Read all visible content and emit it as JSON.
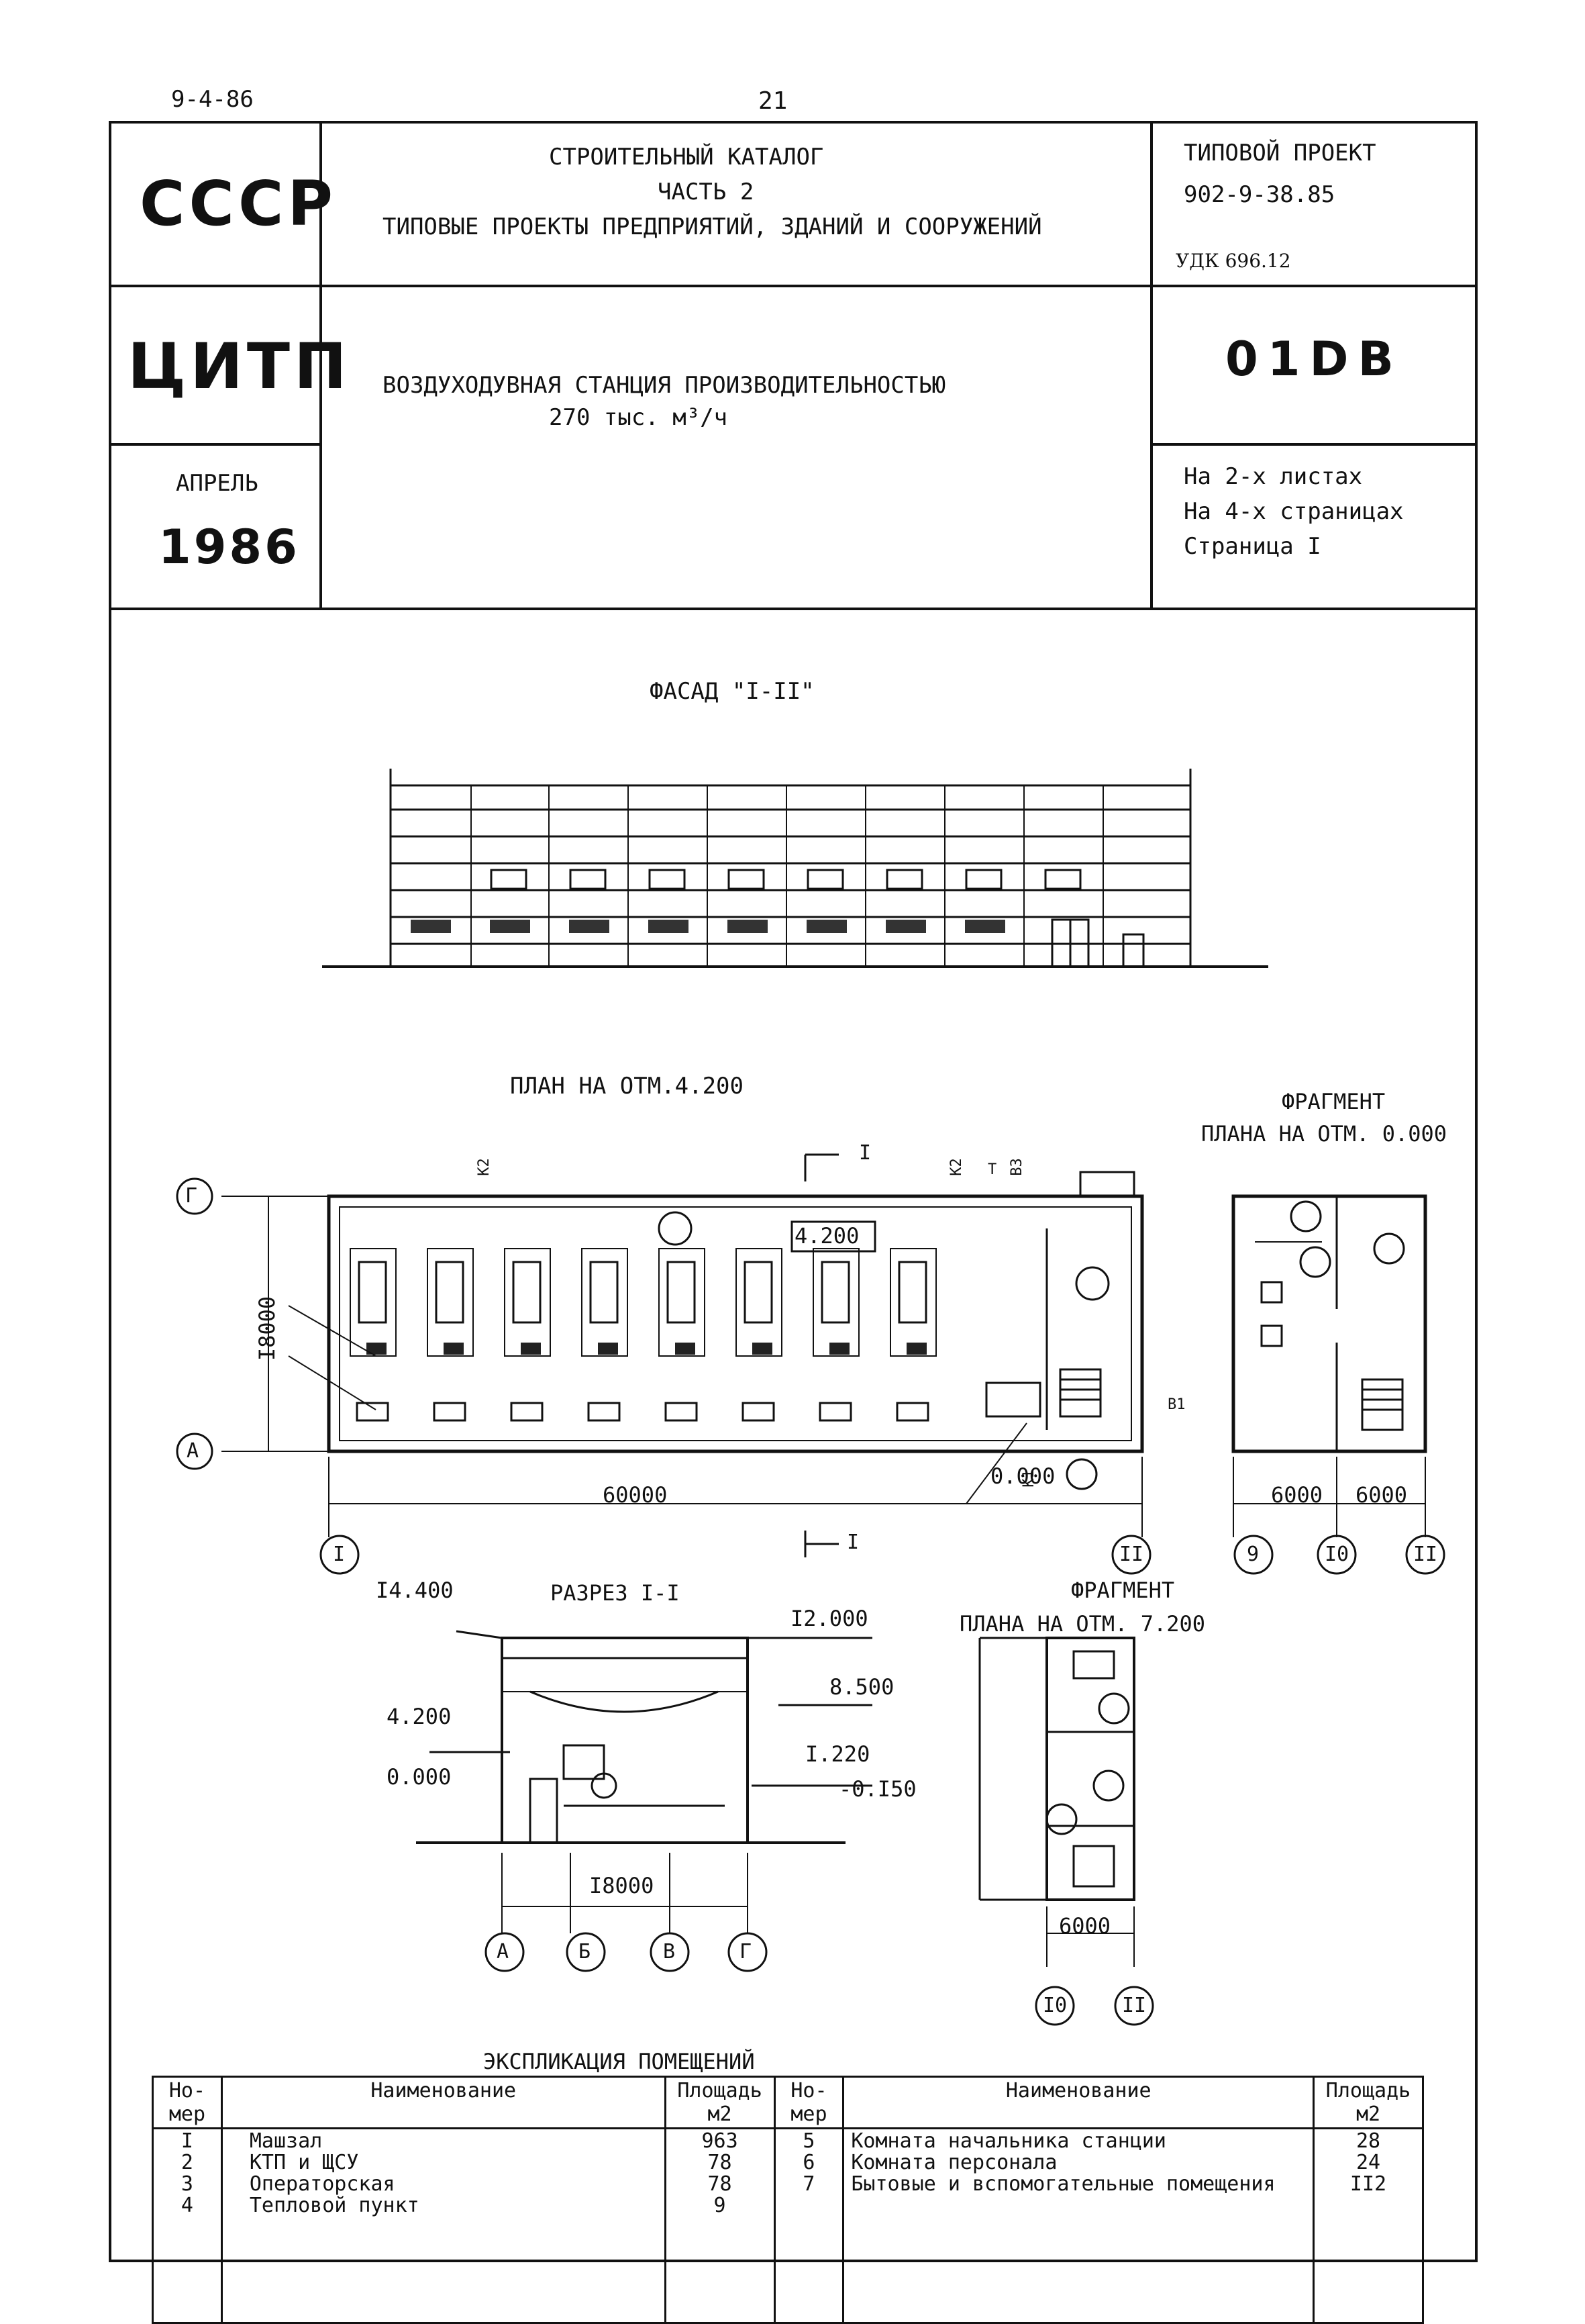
{
  "doc_code": "9-4-86",
  "page_number": "21",
  "header": {
    "country": "СССР",
    "org": "ЦИТП",
    "month": "АПРЕЛЬ",
    "year": "1986",
    "catalog_line1": "СТРОИТЕЛЬНЫЙ КАТАЛОГ",
    "catalog_line2": "ЧАСТЬ 2",
    "catalog_line3": "ТИПОВЫЕ ПРОЕКТЫ ПРЕДПРИЯТИЙ, ЗДАНИЙ И СООРУЖЕНИЙ",
    "project_label": "ТИПОВОЙ ПРОЕКТ",
    "project_number": "902-9-38.85",
    "udk": "УДК 696.12",
    "title_line1": "ВОЗДУХОДУВНАЯ СТАНЦИЯ ПРОИЗВОДИТЕЛЬНОСТЬЮ",
    "title_line2": "270 тыс. м³/ч",
    "code": "01DB",
    "sheets": "На 2-х листах",
    "pages": "На 4-х страницах",
    "page": "Страница I"
  },
  "drawing": {
    "facade_title": "ФАСАД \"I-II\"",
    "plan_title": "ПЛАН НА ОТМ.4.200",
    "frag1_title1": "ФРАГМЕНТ",
    "frag1_title2": "ПЛАНА НА ОТМ. 0.000",
    "section_title": "РАЗРЕЗ I-I",
    "frag2_title1": "ФРАГМЕНТ",
    "frag2_title2": "ПЛАНА НА ОТМ. 7.200",
    "plan_width": "60000",
    "plan_depth": "I8000",
    "plan_level": "4.200",
    "plan_level0": "0.000",
    "section_width": "I8000",
    "frag_width": "6000",
    "elev_14400": "I4.400",
    "elev_12000": "I2.000",
    "elev_8500": "8.500",
    "elev_4200": "4.200",
    "elev_1220": "I.220",
    "elev_0": "0.000",
    "elev_m0150": "-0.I50",
    "axis_G": "Г",
    "axis_A": "А",
    "axis_B": "Б",
    "axis_V": "В",
    "axis_1": "I",
    "axis_2": "II",
    "axis_9": "9",
    "axis_10": "I0",
    "section_marker": "I",
    "k1": "К1",
    "k2": "К2",
    "t": "Т",
    "b3": "В3",
    "b1": "В1"
  },
  "explication": {
    "title": "ЭКСПЛИКАЦИЯ ПОМЕЩЕНИЙ",
    "col_num": "Но-\nмер",
    "col_name": "Наименование",
    "col_area": "Площадь\nм2",
    "left": [
      {
        "num": "I",
        "name": "Машзал",
        "area": "963"
      },
      {
        "num": "2",
        "name": "КТП и ЩСУ",
        "area": "78"
      },
      {
        "num": "3",
        "name": "Операторская",
        "area": "78"
      },
      {
        "num": "4",
        "name": "Тепловой пункт",
        "area": "9"
      }
    ],
    "right": [
      {
        "num": "5",
        "name": "Комната начальника станции",
        "area": "28"
      },
      {
        "num": "6",
        "name": "Комната персонала",
        "area": "24"
      },
      {
        "num": "7",
        "name": "Бытовые и вспомогательные помещения",
        "area": "II2"
      }
    ]
  }
}
